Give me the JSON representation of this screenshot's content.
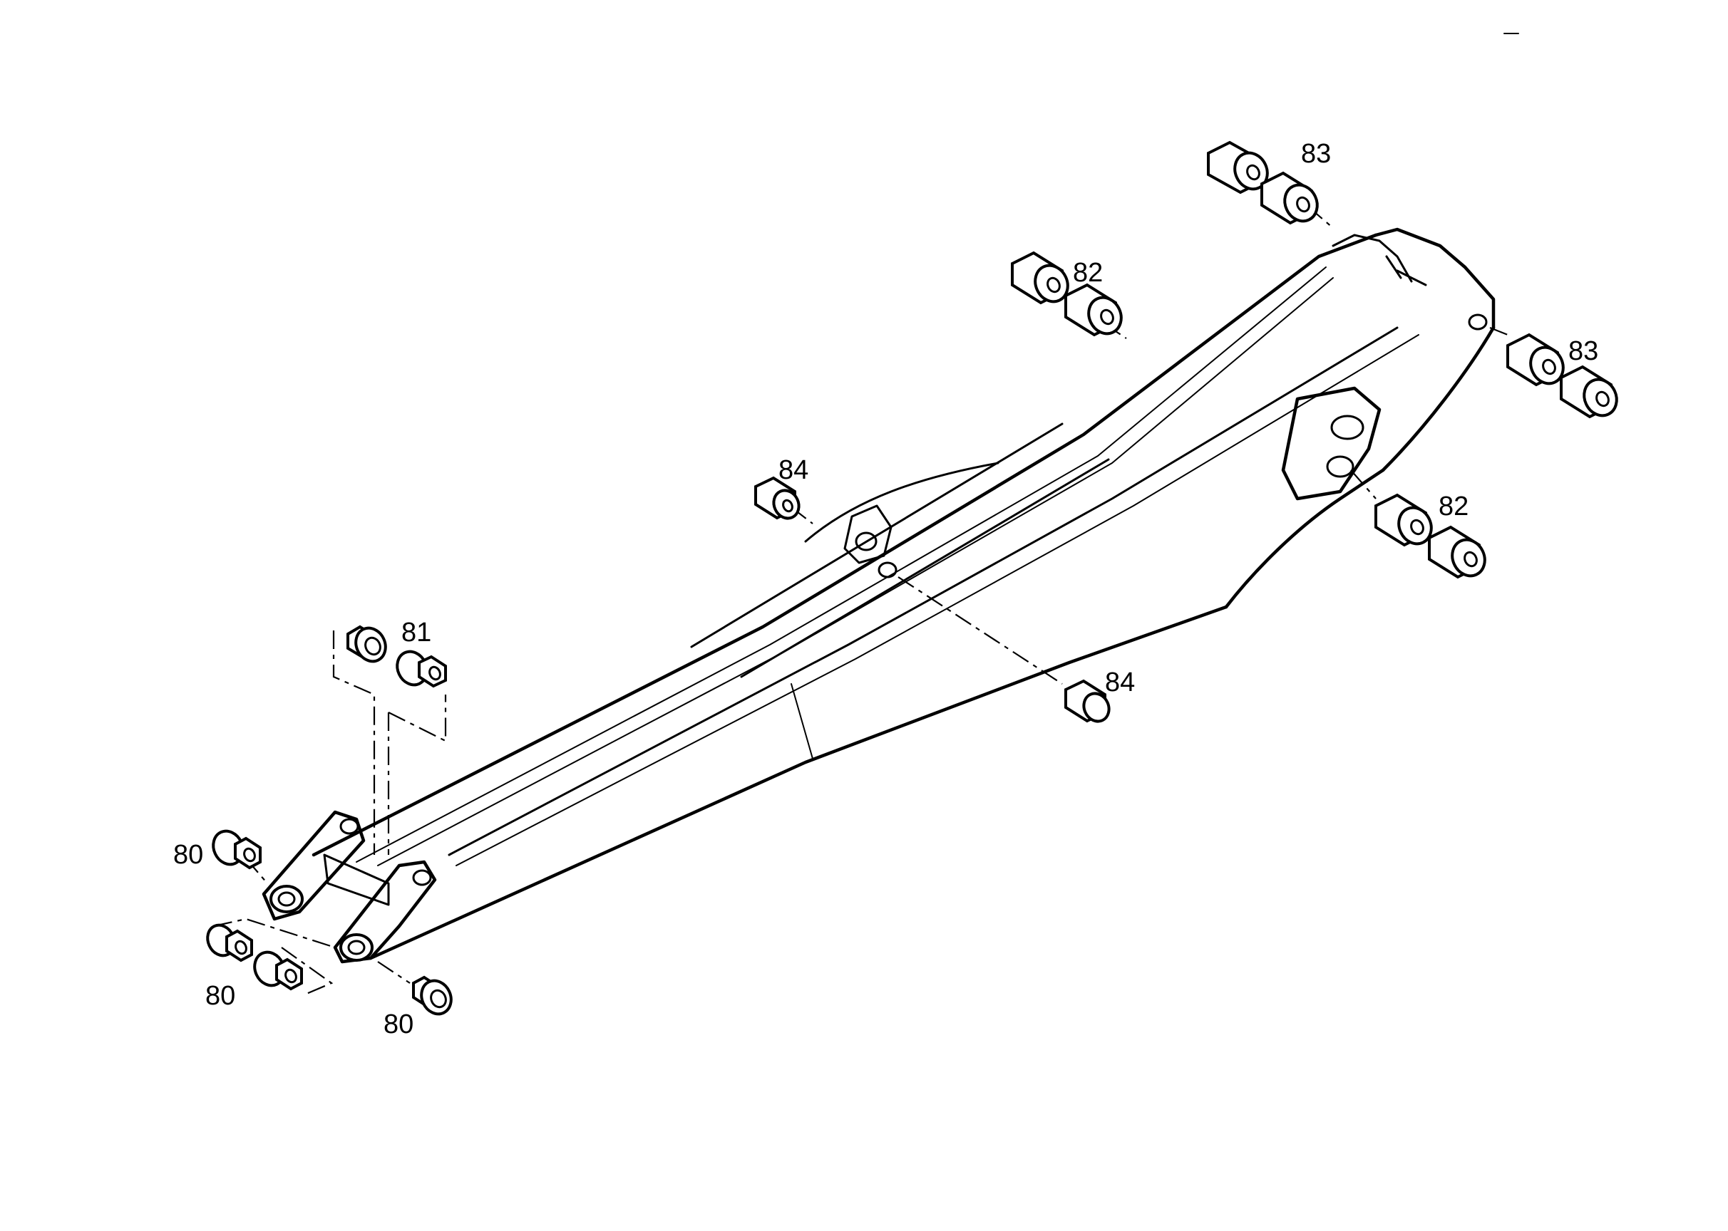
{
  "callouts": {
    "c80_left": "80",
    "c80_lower": "80",
    "c80_right": "80",
    "c81": "81",
    "c82_top": "82",
    "c82_right": "82",
    "c83_top": "83",
    "c83_right": "83",
    "c84_top": "84",
    "c84_bottom": "84"
  }
}
